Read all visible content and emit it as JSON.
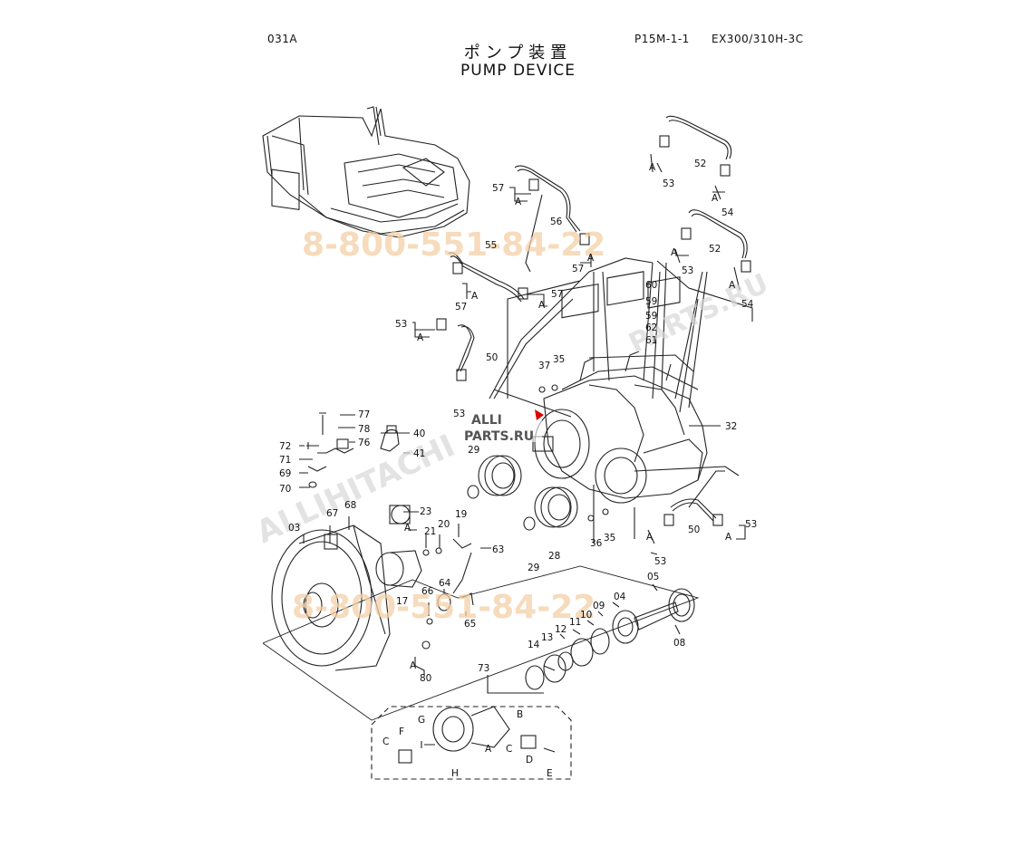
{
  "header": {
    "code": "031A",
    "page_ref": "P15M-1-1",
    "model": "EX300/310H-3C",
    "title_jp": "ポンプ装置",
    "title_en": "PUMP DEVICE"
  },
  "watermarks": {
    "phone": "8-800-551-84-22",
    "brand": "ALLIHITACHI",
    "site": "PARTS.RU",
    "logo": "ALLI PARTS.RU"
  },
  "labels": {
    "p03": "03",
    "p04": "04",
    "p05": "05",
    "p08": "08",
    "p09": "09",
    "p10": "10",
    "p11": "11",
    "p12": "12",
    "p13": "13",
    "p14": "14",
    "p17": "17",
    "p19": "19",
    "p20": "20",
    "p21": "21",
    "p23": "23",
    "p28": "28",
    "p29a": "29",
    "p29b": "29",
    "p32": "32",
    "p35a": "35",
    "p35b": "35",
    "p36": "36",
    "p37": "37",
    "p40": "40",
    "p41": "41",
    "p50a": "50",
    "p50b": "50",
    "p52a": "52",
    "p52b": "52",
    "p53a": "53",
    "p53b": "53",
    "p53c": "53",
    "p53d": "53",
    "p53e": "53",
    "p53f": "53",
    "p54a": "54",
    "p54b": "54",
    "p55": "55",
    "p56": "56",
    "p57a": "57",
    "p57b": "57",
    "p57c": "57",
    "p57d": "57",
    "p59a": "59",
    "p59b": "59",
    "p60": "60",
    "p61": "61",
    "p62": "62",
    "p63": "63",
    "p64": "64",
    "p65": "65",
    "p66": "66",
    "p67": "67",
    "p68": "68",
    "p69": "69",
    "p70": "70",
    "p71": "71",
    "p72": "72",
    "p73": "73",
    "p76": "76",
    "p77": "77",
    "p78": "78",
    "p80": "80",
    "lA1": "A",
    "lA2": "A",
    "lA3": "A",
    "lA4": "A",
    "lA5": "A",
    "lA6": "A",
    "lA7": "A",
    "lA8": "A",
    "lA9": "A",
    "lA10": "A",
    "lA11": "A",
    "lA12": "A",
    "lA13": "A",
    "lA14": "A",
    "lB": "B",
    "lC1": "C",
    "lC2": "C",
    "lD": "D",
    "lE": "E",
    "lF": "F",
    "lG": "G",
    "lH": "H"
  }
}
